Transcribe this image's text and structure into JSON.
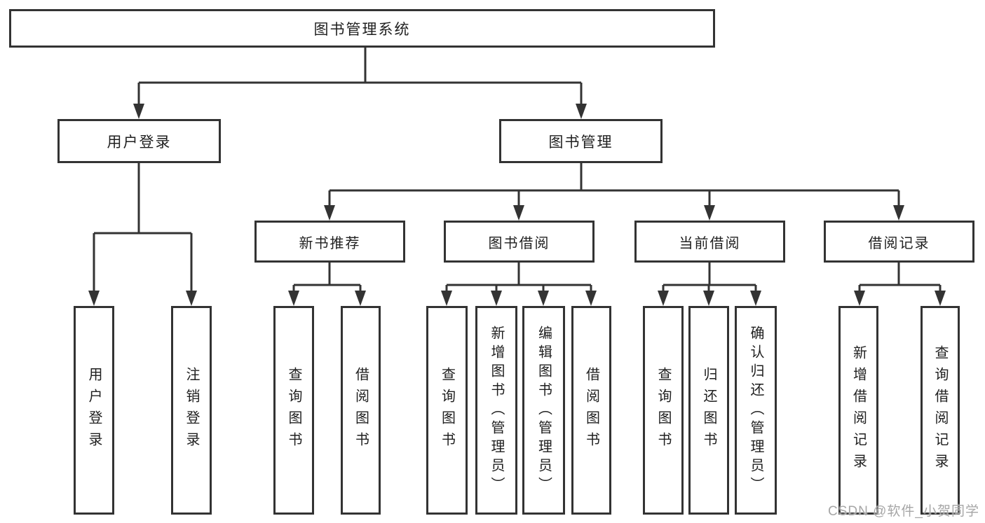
{
  "diagram_type": "hierarchy-tree",
  "tree": {
    "label": "图书管理系统",
    "children": [
      {
        "label": "用户登录",
        "children": [
          {
            "label": "用户登录"
          },
          {
            "label": "注销登录"
          }
        ]
      },
      {
        "label": "图书管理",
        "children": [
          {
            "label": "新书推荐",
            "children": [
              {
                "label": "查询图书"
              },
              {
                "label": "借阅图书"
              }
            ]
          },
          {
            "label": "图书借阅",
            "children": [
              {
                "label": "查询图书"
              },
              {
                "label": "新增图书（管理员）"
              },
              {
                "label": "编辑图书（管理员）"
              },
              {
                "label": "借阅图书"
              }
            ]
          },
          {
            "label": "当前借阅",
            "children": [
              {
                "label": "查询图书"
              },
              {
                "label": "归还图书"
              },
              {
                "label": "确认归还（管理员）"
              }
            ]
          },
          {
            "label": "借阅记录",
            "children": [
              {
                "label": "新增借阅记录"
              },
              {
                "label": "查询借阅记录"
              }
            ]
          }
        ]
      }
    ]
  },
  "watermark": {
    "text": "CSDN @软件_小贺同学"
  },
  "colors": {
    "line": "#333333",
    "text": "#1f1f1f",
    "box_bg": "#ffffff",
    "watermark": "#a6a6a6",
    "background": "#ffffff"
  }
}
